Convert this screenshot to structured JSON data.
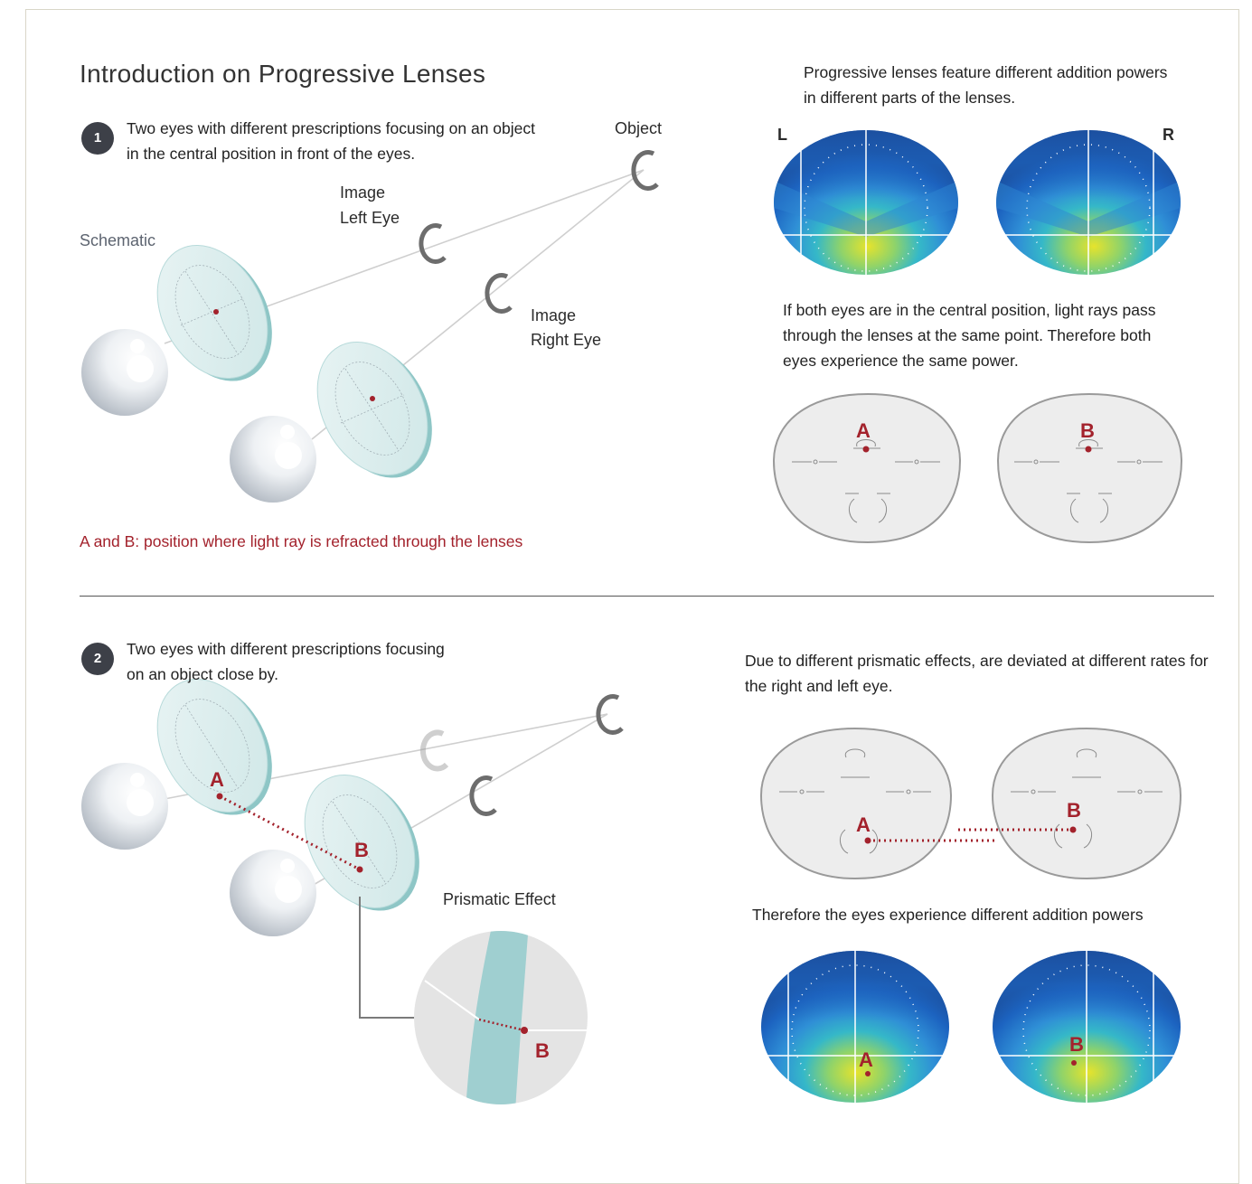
{
  "title": "Introduction on Progressive Lenses",
  "section1": {
    "badge": "1",
    "description": "Two eyes with different prescriptions focusing on an object in the central position in front of the eyes.",
    "label_object": "Object",
    "label_image_left_1": "Image",
    "label_image_left_2": "Left Eye",
    "label_image_right_1": "Image",
    "label_image_right_2": "Right Eye",
    "label_schematic": "Schematic",
    "note": "A and B: position where light ray is refracted through the lenses",
    "right_caption": "Progressive lenses feature different addition powers in different parts of the lenses.",
    "label_L": "L",
    "label_R": "R",
    "right_caption2": "If both eyes are in the central position, light rays pass through the lenses at the same point. Therefore both eyes experience the same power.",
    "point_A": "A",
    "point_B": "B"
  },
  "section2": {
    "badge": "2",
    "description": "Two eyes with different prescriptions focusing on an object close by.",
    "label_prismatic": "Prismatic Effect",
    "right_caption": "Due to different prismatic effects, are deviated at different rates  for the right and left eye.",
    "right_caption2": "Therefore the eyes experience different addition powers",
    "point_A": "A",
    "point_B": "B"
  },
  "colors": {
    "accent_red": "#a3222c",
    "badge": "#3d4048",
    "lens_teal": "#9fcfd0",
    "map_blue": "#1a5bb5",
    "map_yellow": "#e6e32c"
  }
}
